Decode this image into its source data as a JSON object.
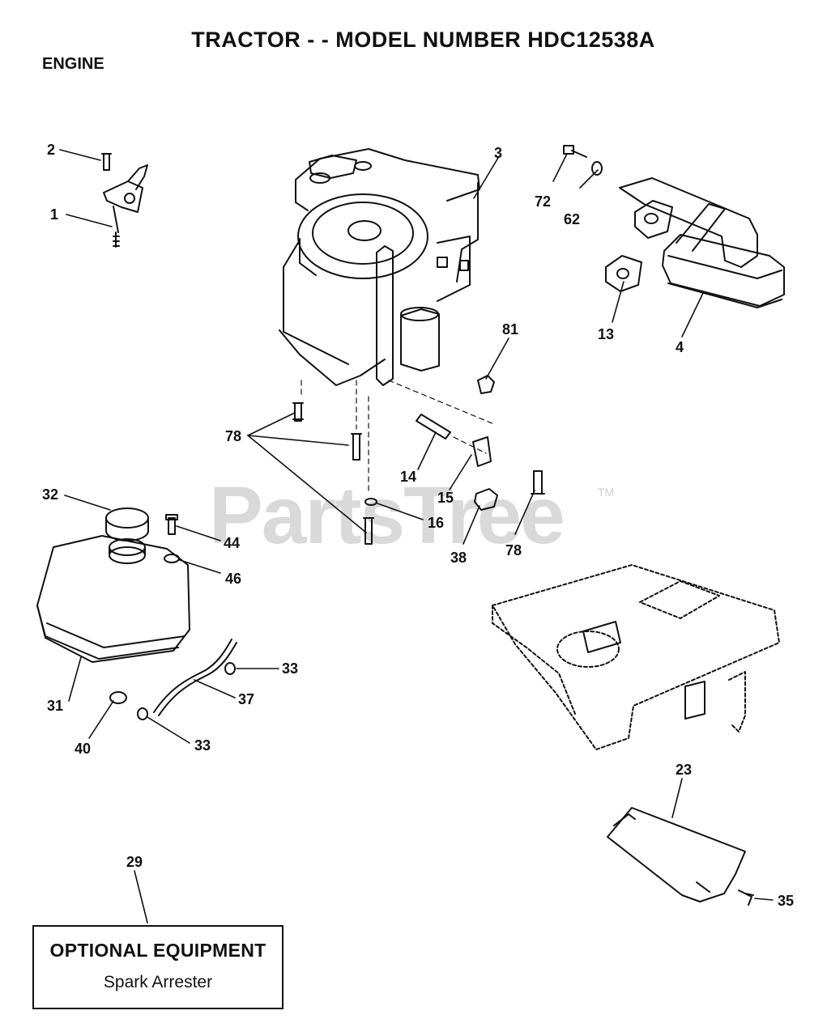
{
  "header": {
    "title": "TRACTOR - - MODEL NUMBER HDC12538A",
    "section": "ENGINE"
  },
  "watermark": {
    "text": "PartsTree",
    "tm": "TM"
  },
  "callouts": [
    {
      "id": "2",
      "label": "2"
    },
    {
      "id": "1",
      "label": "1"
    },
    {
      "id": "3",
      "label": "3"
    },
    {
      "id": "72",
      "label": "72"
    },
    {
      "id": "62",
      "label": "62"
    },
    {
      "id": "81",
      "label": "81"
    },
    {
      "id": "13",
      "label": "13"
    },
    {
      "id": "4",
      "label": "4"
    },
    {
      "id": "78a",
      "label": "78"
    },
    {
      "id": "14",
      "label": "14"
    },
    {
      "id": "15",
      "label": "15"
    },
    {
      "id": "16",
      "label": "16"
    },
    {
      "id": "38",
      "label": "38"
    },
    {
      "id": "78b",
      "label": "78"
    },
    {
      "id": "32",
      "label": "32"
    },
    {
      "id": "44",
      "label": "44"
    },
    {
      "id": "46",
      "label": "46"
    },
    {
      "id": "33a",
      "label": "33"
    },
    {
      "id": "37",
      "label": "37"
    },
    {
      "id": "31",
      "label": "31"
    },
    {
      "id": "40",
      "label": "40"
    },
    {
      "id": "33b",
      "label": "33"
    },
    {
      "id": "23",
      "label": "23"
    },
    {
      "id": "29",
      "label": "29"
    },
    {
      "id": "35",
      "label": "35"
    }
  ],
  "optional_equipment": {
    "heading": "OPTIONAL EQUIPMENT",
    "item": "Spark Arrester"
  }
}
